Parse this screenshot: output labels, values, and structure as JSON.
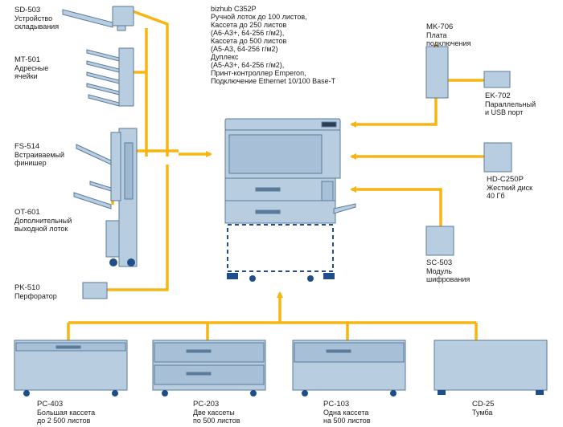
{
  "accent_color": "#f7b512",
  "device_fill": "#b8cde0",
  "device_stroke": "#5a7a9a",
  "main_device": {
    "name": "bizhub C352P",
    "description": "Ручной лоток до 100 листов,\nКассета до 250 листов\n(А6-А3+, 64-256 г/м2),\nКассета до 500 листов\n(А5-А3, 64-256 г/м2)\nДуплекс\n(А5-А3+, 64-256 г/м2),\nПринт-контроллер Emperon,\nПодключение Ethernet 10/100 Base-T"
  },
  "left_options": [
    {
      "code": "SD-503",
      "name": "Устройство\nскладывания"
    },
    {
      "code": "MT-501",
      "name": "Адресные\nячейки"
    },
    {
      "code": "FS-514",
      "name": "Встраиваемый\nфинишер"
    },
    {
      "code": "OT-601",
      "name": "Дополнительный\nвыходной лоток"
    },
    {
      "code": "PK-510",
      "name": "Перфоратор"
    }
  ],
  "right_options": [
    {
      "code": "MK-706",
      "name": "Плата\nподключения"
    },
    {
      "code": "EK-702",
      "name": "Параллельный\nи USB порт"
    },
    {
      "code": "HD-C250P",
      "name": "Жесткий диск\n40 Гб"
    },
    {
      "code": "SC-503",
      "name": "Модуль\nшифрования"
    }
  ],
  "bottom_options": [
    {
      "code": "PC-403",
      "name": "Большая кассета\nдо 2 500 листов"
    },
    {
      "code": "PC-203",
      "name": "Две кассеты\nпо 500 листов"
    },
    {
      "code": "PC-103",
      "name": "Одна кассета\nна 500 листов"
    },
    {
      "code": "CD-25",
      "name": "Тумба"
    }
  ]
}
